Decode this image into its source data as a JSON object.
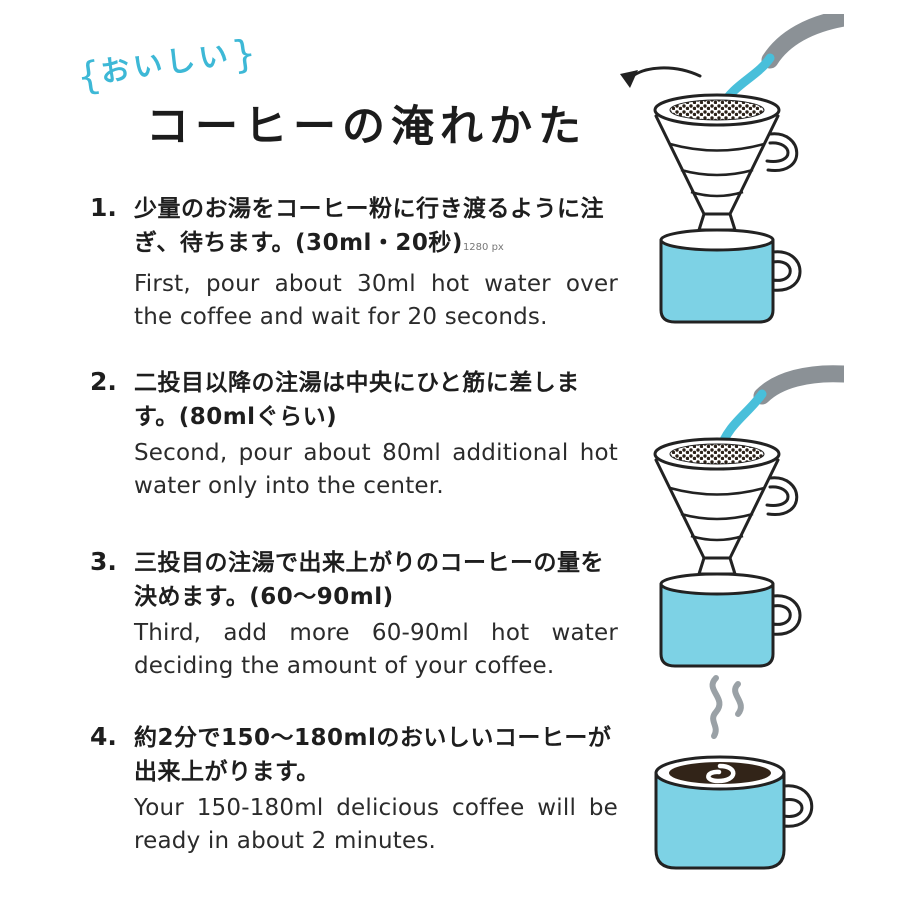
{
  "title": {
    "tagline": "おいしい",
    "brace_left": "{",
    "brace_right": "}",
    "main": "コーヒーの淹れかた"
  },
  "steps": [
    {
      "number": "1.",
      "jp": "少量のお湯をコーヒー粉に行き渡るように注ぎ、待ちます。(30ml・20秒)",
      "note": "1280 px",
      "en": "First, pour about 30ml hot water over the coffee and wait for 20 seconds."
    },
    {
      "number": "2.",
      "jp": "二投目以降の注湯は中央にひと筋に差します。(80mlぐらい)",
      "en": "Second, pour about 80ml additional hot water only into the center."
    },
    {
      "number": "3.",
      "jp": "三投目の注湯で出来上がりのコーヒーの量を決めます。(60〜90ml)",
      "en": "Third, add more 60-90ml hot water deciding the amount of your coffee."
    },
    {
      "number": "4.",
      "jp": "約2分で150〜180mlのおいしいコーヒーが出来上がります。",
      "en": "Your 150-180ml delicious coffee will be ready in about 2 minutes."
    }
  ],
  "figures": [
    "first-pour-dripper-icon",
    "center-pour-dripper-icon",
    "finished-coffee-mug-icon"
  ],
  "colors": {
    "accent_cyan": "#3db8d6",
    "water_blue": "#49bfda",
    "mug_blue": "#7dd2e5",
    "ink": "#222222",
    "kettle_gray": "#8b9196",
    "coffee_dark": "#322418"
  }
}
